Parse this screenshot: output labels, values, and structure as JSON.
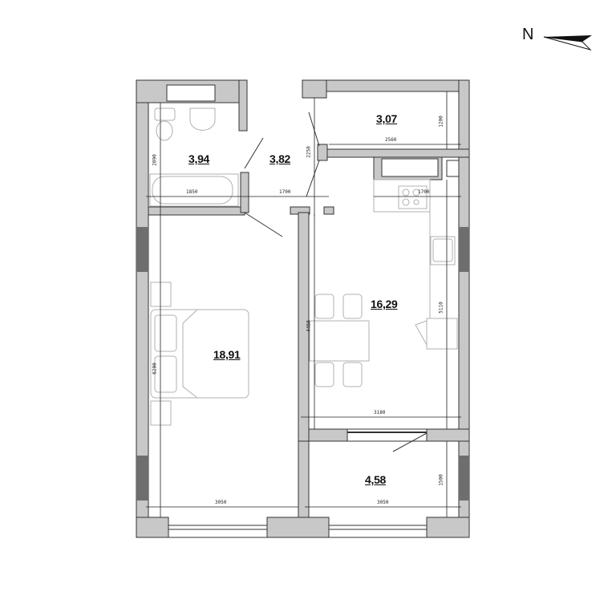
{
  "compass": {
    "label": "N",
    "icon": "north-arrow-icon"
  },
  "rooms": [
    {
      "id": "bathroom",
      "area": "3,94"
    },
    {
      "id": "hallway",
      "area": "3,82"
    },
    {
      "id": "storage",
      "area": "3,07"
    },
    {
      "id": "kitchen-living",
      "area": "16,29"
    },
    {
      "id": "bedroom",
      "area": "18,91"
    },
    {
      "id": "balcony",
      "area": "4,58"
    }
  ],
  "dimensions": {
    "bathroom_height": "2090",
    "bathroom_width": "1850",
    "hallway_width": "1700",
    "hallway_height": "2250",
    "storage_width": "2560",
    "storage_height": "1200",
    "kitchen_counter": "1700",
    "kitchen_height": "5110",
    "kitchen_inner_height": "4450",
    "kitchen_width": "3180",
    "bedroom_height": "6200",
    "bedroom_width": "3050",
    "balcony_width": "3050",
    "balcony_height": "1500"
  },
  "colors": {
    "wall": "#c8c8c8",
    "wall_dark": "#6e6e6e",
    "line": "#333333",
    "furniture": "#b0b0b0"
  }
}
